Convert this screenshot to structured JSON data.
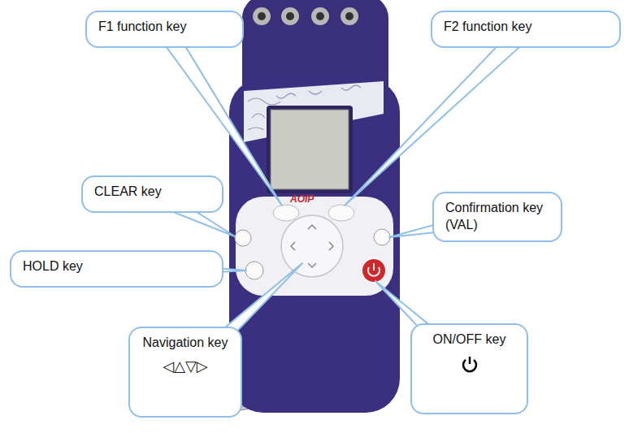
{
  "diagram": {
    "nodes": [
      {
        "text": [
          "F1 function key"
        ]
      },
      {
        "text": [
          "F2 function key"
        ]
      },
      {
        "text": [
          "CLEAR key"
        ]
      },
      {
        "text": [
          "Confirmation key (VAL)"
        ]
      },
      {
        "text": [
          "HOLD key"
        ]
      },
      {
        "text": [
          "Navigation key",
          "◁△▽▷"
        ]
      },
      {
        "text": [
          "ON/OFF key"
        ]
      }
    ],
    "labels": [
      "AOIP"
    ]
  }
}
